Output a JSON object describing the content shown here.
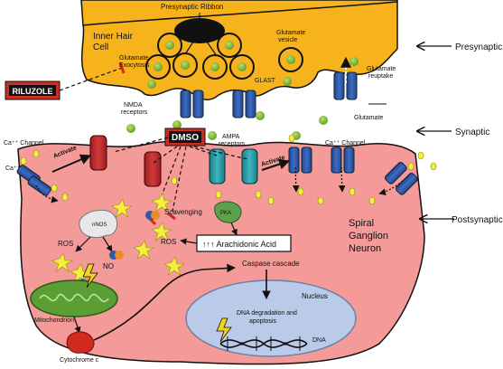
{
  "labels": {
    "presynaptic_ribbon": "Presynaptic Ribbon",
    "inner_hair_cell_1": "Inner Hair",
    "inner_hair_cell_2": "Cell",
    "glutamate_exocytosis_1": "Glutamate",
    "glutamate_exocytosis_2": "Exocytosis",
    "glutamate_vesicle_1": "Glutamate",
    "glutamate_vesicle_2": "vesicle",
    "glast": "GLAST",
    "glutamate_reuptake_1": "Glutamate",
    "glutamate_reuptake_2": "reuptake",
    "riluzole": "RILUZOLE",
    "nmda_1": "NMDA",
    "nmda_2": "receptors",
    "dmso": "DMSO",
    "ampa_1": "AMPA",
    "ampa_2": "receptors",
    "glutamate": "Glutamate",
    "ca_channel_left": "Ca⁺⁺ Channel",
    "ca_left": "Ca⁺⁺",
    "ca_channel_right": "Ca⁺⁺ Channel",
    "activate_1": "Activate",
    "activate_2": "Activate",
    "nnos": "nNOS",
    "ros_left": "ROS",
    "no": "NO",
    "scavenging": "Scavenging",
    "ros_mid": "ROS",
    "pka": "PKA",
    "arachidonic_acid": "↑↑↑ Arachidonic Acid",
    "spiral_1": "Spiral",
    "spiral_2": "Ganglion",
    "spiral_3": "Neuron",
    "caspase": "Caspase cascade",
    "nucleus": "Nucleus",
    "dna_deg_1": "DNA degradation and",
    "dna_deg_2": "apoptosis",
    "dna": "DNA",
    "mitochondrion": "Mitochondrion",
    "cytochrome": "Cytochrome c"
  },
  "side_labels": {
    "presynaptic": "Presynaptic",
    "synaptic": "Synaptic",
    "postsynaptic": "Postsynaptic"
  },
  "colors": {
    "presynaptic_cell": "#f7b31c",
    "postsynaptic_cell": "#f49a98",
    "glutamate": "#7ab52b",
    "receptor_blue": "#2e5aa8",
    "nmda_red": "#c0262c",
    "ampa_teal": "#2a9fa8",
    "drug_box": "#d12a1e",
    "mitochondrion": "#5a9e34",
    "nucleus": "#b9cbe8",
    "ca_ion": "#f4ef3c"
  }
}
